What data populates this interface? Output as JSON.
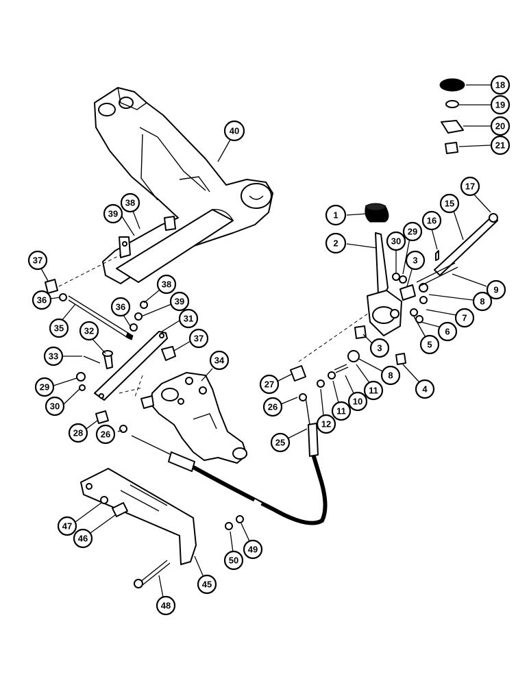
{
  "callouts": [
    {
      "id": "1",
      "label": "1"
    },
    {
      "id": "2",
      "label": "2"
    },
    {
      "id": "3a",
      "label": "3"
    },
    {
      "id": "3b",
      "label": "3"
    },
    {
      "id": "4",
      "label": "4"
    },
    {
      "id": "5",
      "label": "5"
    },
    {
      "id": "6",
      "label": "6"
    },
    {
      "id": "7",
      "label": "7"
    },
    {
      "id": "8a",
      "label": "8"
    },
    {
      "id": "8b",
      "label": "8"
    },
    {
      "id": "9",
      "label": "9"
    },
    {
      "id": "10",
      "label": "10"
    },
    {
      "id": "11a",
      "label": "11"
    },
    {
      "id": "11b",
      "label": "11"
    },
    {
      "id": "12",
      "label": "12"
    },
    {
      "id": "15",
      "label": "15"
    },
    {
      "id": "16",
      "label": "16"
    },
    {
      "id": "17",
      "label": "17"
    },
    {
      "id": "18",
      "label": "18"
    },
    {
      "id": "19",
      "label": "19"
    },
    {
      "id": "20",
      "label": "20"
    },
    {
      "id": "21",
      "label": "21"
    },
    {
      "id": "25",
      "label": "25"
    },
    {
      "id": "26a",
      "label": "26"
    },
    {
      "id": "26b",
      "label": "26"
    },
    {
      "id": "27",
      "label": "27"
    },
    {
      "id": "28",
      "label": "28"
    },
    {
      "id": "29a",
      "label": "29"
    },
    {
      "id": "29b",
      "label": "29"
    },
    {
      "id": "30a",
      "label": "30"
    },
    {
      "id": "30b",
      "label": "30"
    },
    {
      "id": "31",
      "label": "31"
    },
    {
      "id": "32",
      "label": "32"
    },
    {
      "id": "33",
      "label": "33"
    },
    {
      "id": "34",
      "label": "34"
    },
    {
      "id": "35",
      "label": "35"
    },
    {
      "id": "36a",
      "label": "36"
    },
    {
      "id": "36b",
      "label": "36"
    },
    {
      "id": "37a",
      "label": "37"
    },
    {
      "id": "37b",
      "label": "37"
    },
    {
      "id": "38a",
      "label": "38"
    },
    {
      "id": "38b",
      "label": "38"
    },
    {
      "id": "39a",
      "label": "39"
    },
    {
      "id": "39b",
      "label": "39"
    },
    {
      "id": "40",
      "label": "40"
    },
    {
      "id": "45",
      "label": "45"
    },
    {
      "id": "46",
      "label": "46"
    },
    {
      "id": "47",
      "label": "47"
    },
    {
      "id": "48",
      "label": "48"
    },
    {
      "id": "49",
      "label": "49"
    },
    {
      "id": "50",
      "label": "50"
    }
  ]
}
